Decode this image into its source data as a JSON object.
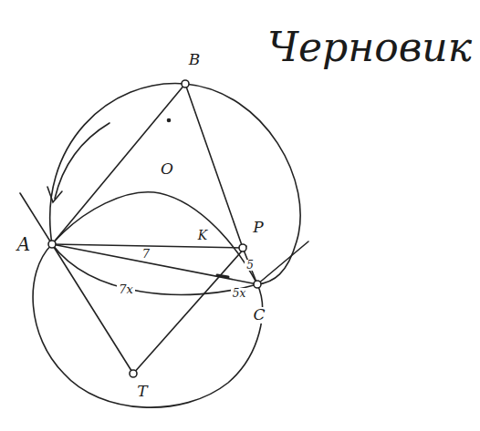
{
  "diagram": {
    "labels": [
      "Черновик",
      "B",
      "O",
      "A",
      "P",
      "K",
      "7",
      "5",
      "7x",
      "5x",
      "C",
      "T"
    ]
  }
}
